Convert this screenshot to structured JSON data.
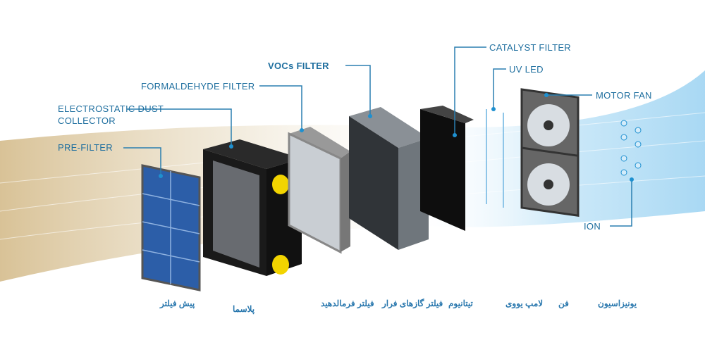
{
  "labels": {
    "pre_filter": "PRE-FILTER",
    "electrostatic_1": "ELECTROSTATIC DUST",
    "electrostatic_2": "COLLECTOR",
    "formaldehyde": "FORMALDEHYDE FILTER",
    "vocs": "VOCs FILTER",
    "catalyst": "CATALYST FILTER",
    "uv_led": "UV LED",
    "motor_fan": "MOTOR FAN",
    "ion": "ION"
  },
  "persian_labels": {
    "pre_filter": "پیش فیلتر",
    "plasma": "پلاسما",
    "formaldehyde": "فیلتر فرمالدهید",
    "vocs": "فیلتر گازهای فرار",
    "titanium": "تیتانیوم",
    "uv_lamp": "لامپ یووی",
    "fan": "فن",
    "ionization": "یونیزاسیون"
  },
  "colors": {
    "label": "#1f6f9f",
    "line": "#2a7fb0",
    "dot": "#1e90d0"
  }
}
